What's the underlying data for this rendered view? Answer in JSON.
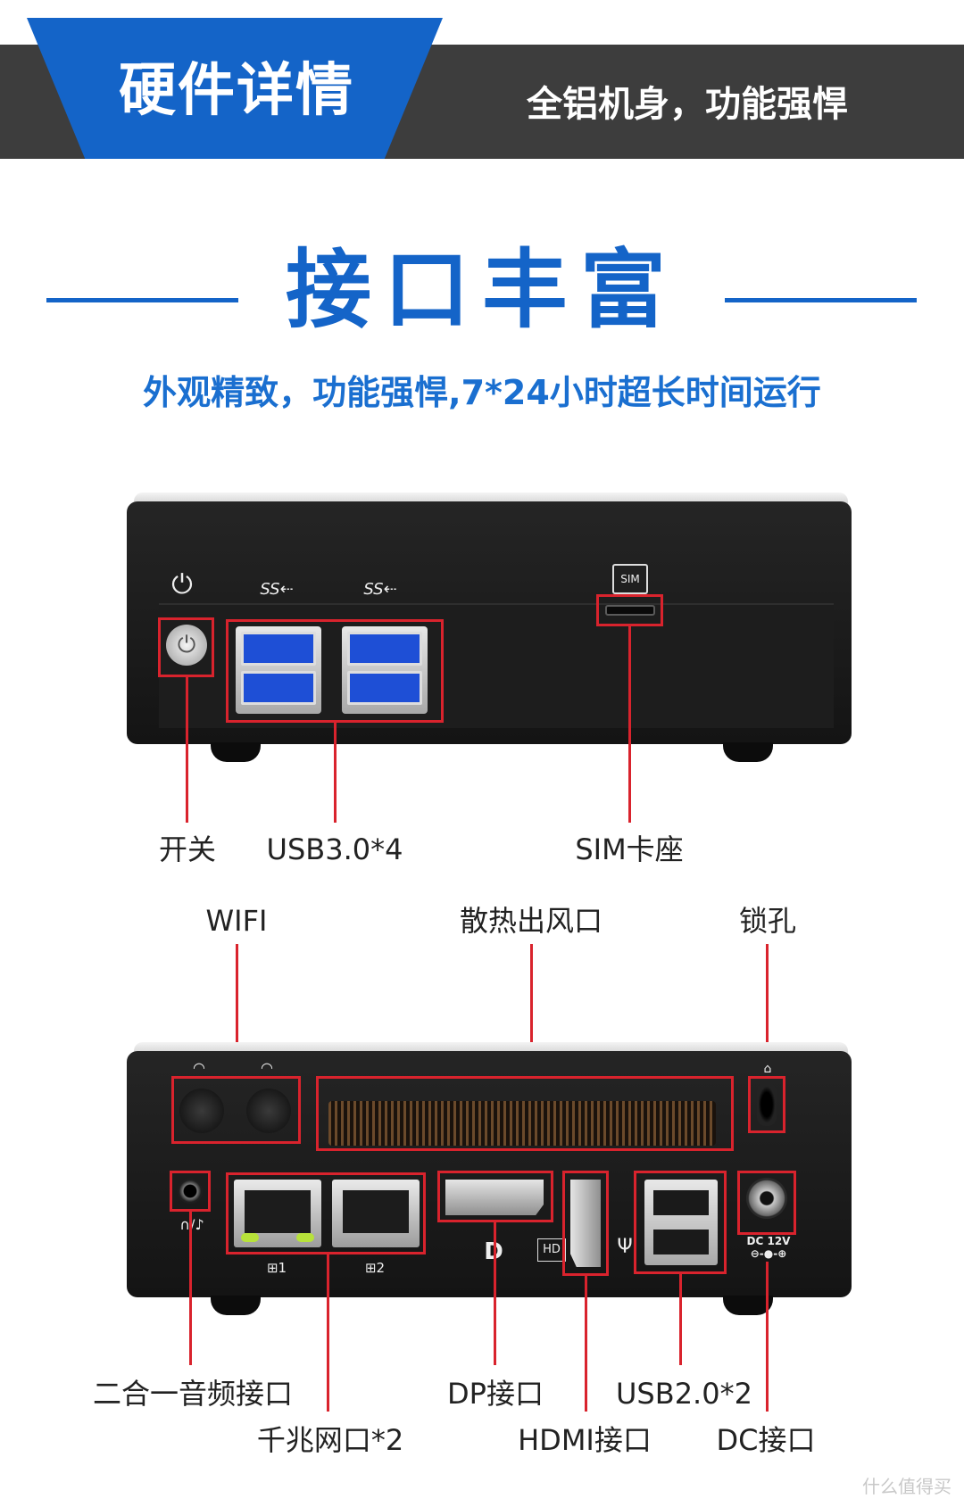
{
  "header": {
    "title": "硬件详情",
    "subtitle": "全铝机身，功能强悍"
  },
  "section": {
    "title": "接口丰富",
    "subtitle": "外观精致，功能强悍,7*24小时超长时间运行"
  },
  "front_panel": {
    "usb_icon_text": "SS",
    "sim_icon_text": "SIM",
    "labels": {
      "power": "开关",
      "usb3": "USB3.0*4",
      "sim": "SIM卡座"
    }
  },
  "rear_panel": {
    "top_labels": {
      "wifi": "WIFI",
      "vent": "散热出风口",
      "lock": "锁孔"
    },
    "port_marks": {
      "lan1": "1",
      "lan2": "2",
      "dc": "DC 12V"
    },
    "bottom_labels": {
      "audio": "二合一音频接口",
      "lan": "千兆网口*2",
      "dp": "DP接口",
      "hdmi": "HDMI接口",
      "usb2": "USB2.0*2",
      "dc": "DC接口"
    }
  },
  "watermark": "什么值得买",
  "colors": {
    "brand_blue": "#1464c8",
    "header_gray": "#3d3d3d",
    "callout_red": "#d9232d"
  }
}
